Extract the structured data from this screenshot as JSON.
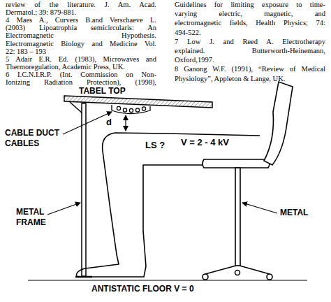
{
  "diagram": {
    "labels": [
      "review of the literature. J. Am. Acad.",
      "Dermatol.; 39: 879-881.",
      "4 Maes A., Curvers B.and Verschaeve L.",
      "(2003) Lipoatrophia semicircularis: An",
      "Electromagnetic Hypothesis.",
      "Electromagnetic Biology and Medicine Vol.",
      "22: 183 – 193",
      "5 Adair E.R. Ed. (1983), Microwaves and",
      "Thermoregulation, Academic Press, UK.",
      "6 I.C.N.I.R.P. (Int. Commission on Non-",
      "Ionizing Radiation Protection), (1998),",
      "Guidelines for limiting exposure to time-",
      "varying electric, magnetic, and",
      "electromagnetic fields, Health Physics; 74:",
      "494-522.",
      "7 Low J. and Reed A. Electrotherapy",
      "explained. Butterworth-Heinemann,",
      "Oxford,1997.",
      "8 Ganong W.F. (1991), “Review of Medical",
      "Physiology”, Appleton & Lange, UK.",
      "TABEL TOP",
      "CABLE DUCT",
      "CABLES",
      "d",
      "LS ?",
      "V = 2 - 4 kV",
      "METAL",
      "FRAME",
      "METAL",
      "ANTISTATIC FLOOR V = 0"
    ]
  }
}
